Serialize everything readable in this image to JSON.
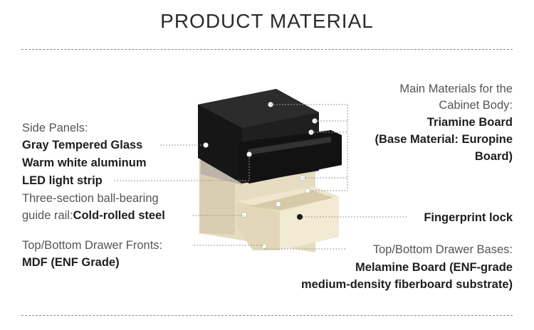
{
  "title": "PRODUCT MATERIAL",
  "left": {
    "side_panels_label": "Side Panels:",
    "glass": "Gray Tempered Glass",
    "aluminum": "Warm white aluminum",
    "led": "LED light strip",
    "rail_label": "Three-section ball-bearing",
    "rail_prefix": "guide rail:",
    "rail_value": "Cold-rolled steel",
    "fronts_label": "Top/Bottom Drawer Fronts:",
    "fronts_value": "MDF (ENF Grade)"
  },
  "right": {
    "body_label_1": "Main Materials for the",
    "body_label_2": "Cabinet Body:",
    "body_value_1": "Triamine Board",
    "body_value_2": "(Base Material: Europine",
    "body_value_3": "Board)",
    "lock": "Fingerprint lock",
    "bases_label": "Top/Bottom Drawer Bases:",
    "bases_value_1": "Melamine Board (ENF-grade",
    "bases_value_2": "medium-density fiberboard substrate)"
  },
  "colors": {
    "black_finish": "#1c1c1c",
    "cream_finish": "#e9dfc4",
    "glass": "#bfb9ae"
  }
}
